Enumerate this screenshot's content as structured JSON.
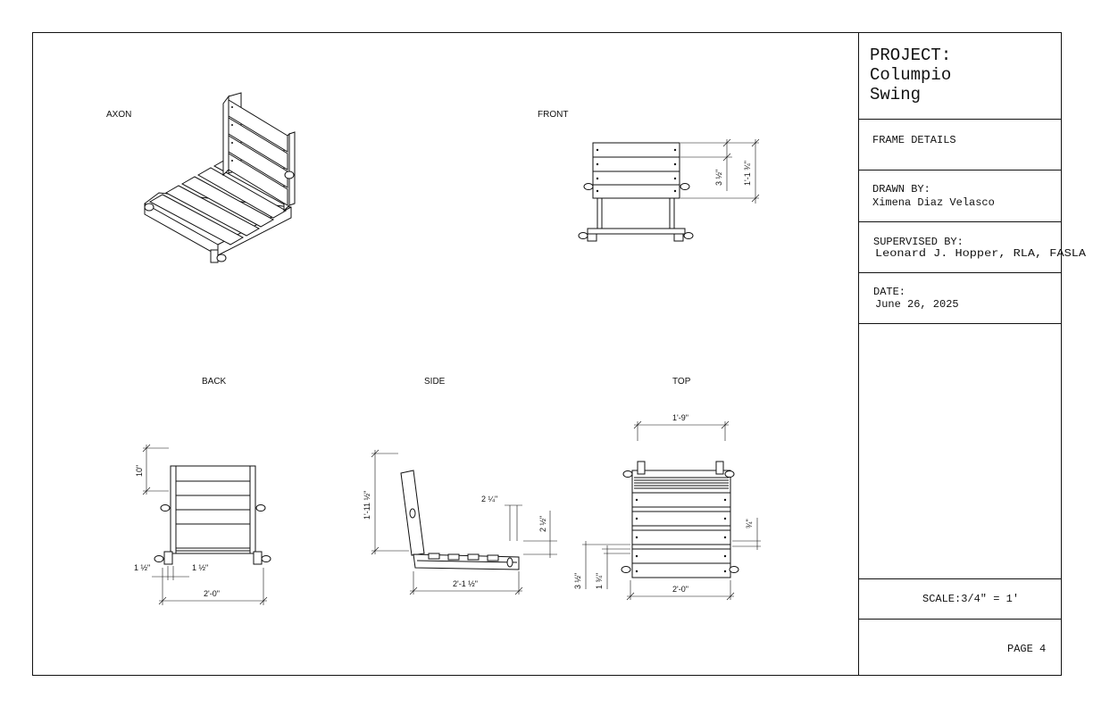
{
  "views": {
    "axon": "AXON",
    "front": "FRONT",
    "back": "BACK",
    "side": "SIDE",
    "top": "TOP"
  },
  "dimensions": {
    "front_a": "3 ½\"",
    "front_b": "1'-1 ¾\"",
    "back_height": "10\"",
    "back_left": "1 ½\"",
    "back_mid": "1 ½\"",
    "back_width": "2'-0\"",
    "side_height": "1'-11 ½\"",
    "side_a": "2 ¼\"",
    "side_b": "2 ½\"",
    "side_width": "2'-1 ½\"",
    "top_width": "1'-9\"",
    "top_right": "¾\"",
    "top_left_a": "3 ½\"",
    "top_left_b": "1 ¾\"",
    "top_bottom": "2'-0\""
  },
  "title_block": {
    "project_label": "PROJECT:",
    "project_line1": "Columpio",
    "project_line2": "Swing",
    "sheet_title": "FRAME DETAILS",
    "drawn_by_label": "DRAWN BY:",
    "drawn_by": "Ximena Diaz Velasco",
    "supervised_by_label": "SUPERVISED BY:",
    "supervised_by": "Leonard J. Hopper, RLA, FASLA",
    "date_label": "DATE:",
    "date": "June 26, 2025",
    "scale": "SCALE:3/4\" = 1'",
    "page": "PAGE 4"
  }
}
